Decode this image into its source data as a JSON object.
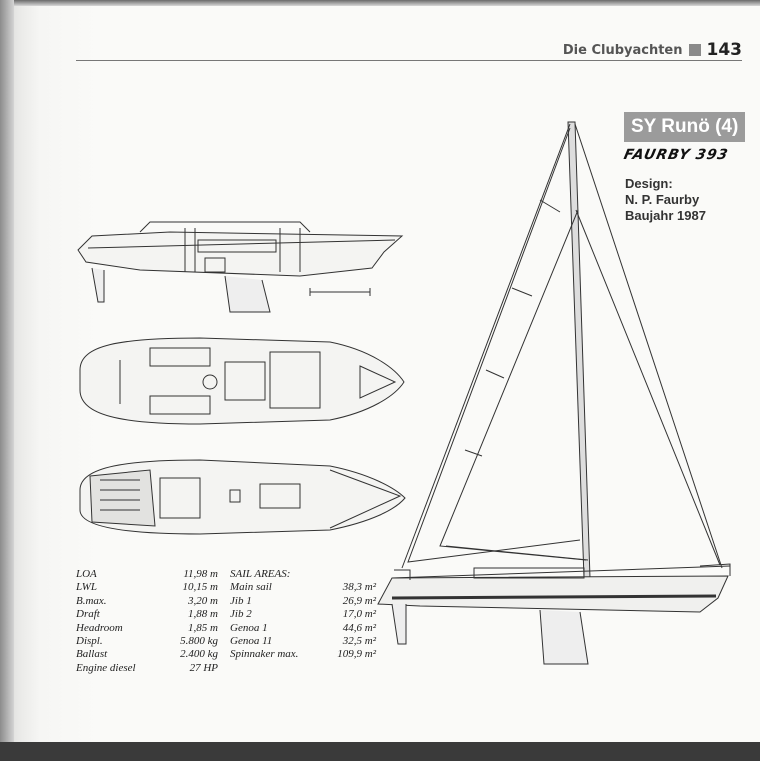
{
  "header": {
    "section": "Die Clubyachten",
    "page_number": "143"
  },
  "title": "SY Runö (4)",
  "brand": "FAURBY 393",
  "design": {
    "label": "Design:",
    "designer": "N. P. Faurby",
    "year": "Baujahr 1987"
  },
  "specs": [
    {
      "label": "LOA",
      "value": "11,98 m"
    },
    {
      "label": "LWL",
      "value": "10,15 m"
    },
    {
      "label": "B.max.",
      "value": "3,20 m"
    },
    {
      "label": "Draft",
      "value": "1,88 m"
    },
    {
      "label": "Headroom",
      "value": "1,85 m"
    },
    {
      "label": "Displ.",
      "value": "5.800 kg"
    },
    {
      "label": "Ballast",
      "value": "2.400 kg"
    },
    {
      "label": "Engine diesel",
      "value": "27 HP"
    }
  ],
  "sail_areas": {
    "heading": "SAIL AREAS:",
    "items": [
      {
        "label": "Main sail",
        "value": "38,3 m²"
      },
      {
        "label": "Jib 1",
        "value": "26,9 m²"
      },
      {
        "label": "Jib 2",
        "value": "17,0 m²"
      },
      {
        "label": "Genoa 1",
        "value": "44,6 m²"
      },
      {
        "label": "Genoa 11",
        "value": "32,5 m²"
      },
      {
        "label": "Spinnaker max.",
        "value": "109,9 m²"
      }
    ]
  },
  "colors": {
    "title_box": "#9b9b9b",
    "drawing_line": "#333333",
    "bottom_band": "#3a3a3a"
  }
}
